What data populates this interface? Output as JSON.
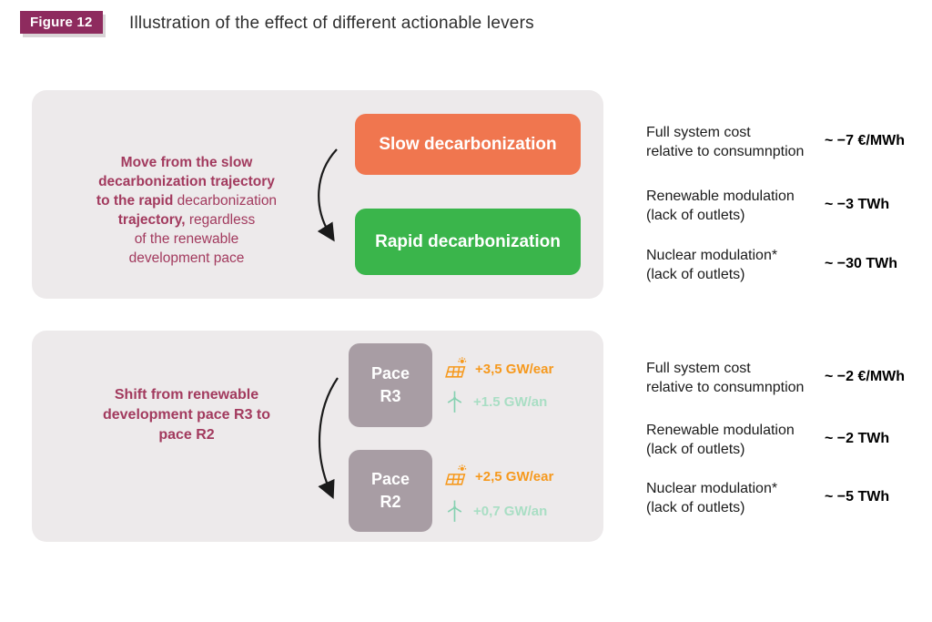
{
  "figure": {
    "badge_label": "Figure 12",
    "title": "Illustration of the effect of different actionable levers"
  },
  "colors": {
    "badge_bg": "#8e2b5e",
    "maroon_text": "#a23a5e",
    "slow_orange": "#f0764f",
    "rapid_green": "#3ab54b",
    "pace_box_mauve": "#a89da4",
    "solar_orange": "#f6991d",
    "wind_green": "#a9dec4",
    "panel_bg": "#edeaeb"
  },
  "panel1": {
    "description": {
      "line1_bold": "Move from the slow",
      "line2_bold": "decarbonization trajectory",
      "line3_bold": "to the rapid",
      "line3_regular": " decarbonization",
      "line4_bold": "trajectory,",
      "line4_regular": " regardless",
      "line5_regular": "of the renewable",
      "line6_regular": "development pace"
    },
    "slow_label": "Slow decarbonization",
    "rapid_label": "Rapid decarbonization",
    "metrics": [
      {
        "label_line1": "Full system cost",
        "label_line2": "relative to consumnption",
        "value": "~ −7 €/MWh"
      },
      {
        "label_line1": "Renewable modulation",
        "label_line2": "(lack of outlets)",
        "value": "~ −3 TWh"
      },
      {
        "label_line1": "Nuclear modulation*",
        "label_line2": "(lack of outlets)",
        "value": "~ −30 TWh"
      }
    ]
  },
  "panel2": {
    "description": {
      "line1": "Shift from renewable",
      "line2": "development pace R3 to",
      "line3": "pace R2"
    },
    "pace_r3": {
      "name_line1": "Pace",
      "name_line2": "R3",
      "solar_value": "+3,5 GW/ear",
      "wind_value": "+1.5 GW/an"
    },
    "pace_r2": {
      "name_line1": "Pace",
      "name_line2": "R2",
      "solar_value": "+2,5 GW/ear",
      "wind_value": "+0,7 GW/an"
    },
    "metrics": [
      {
        "label_line1": "Full system cost",
        "label_line2": "relative to consumnption",
        "value": "~ −2 €/MWh"
      },
      {
        "label_line1": "Renewable modulation",
        "label_line2": "(lack of outlets)",
        "value": "~ −2 TWh"
      },
      {
        "label_line1": "Nuclear modulation*",
        "label_line2": "(lack of outlets)",
        "value": "~ −5 TWh"
      }
    ]
  }
}
